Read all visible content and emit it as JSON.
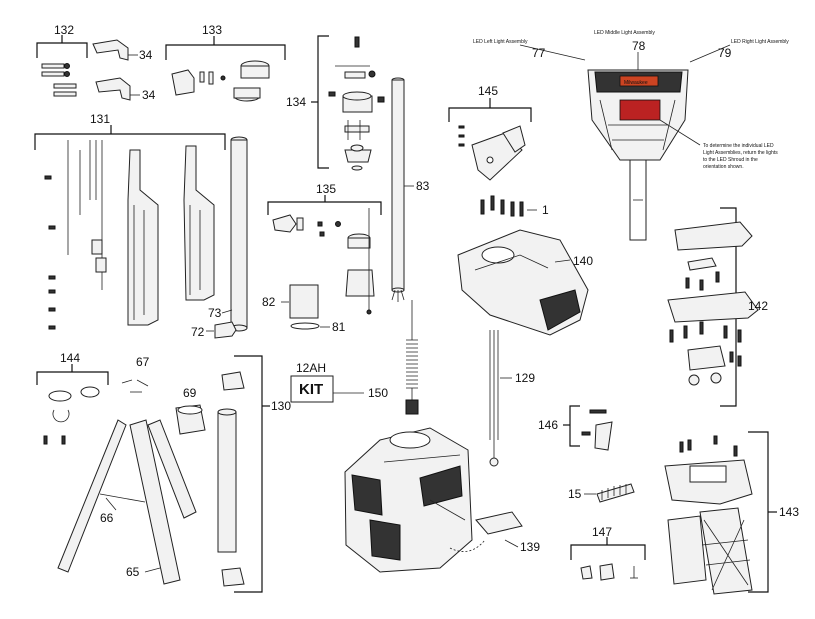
{
  "callouts": {
    "p132": "132",
    "p133": "133",
    "p34a": "34",
    "p34b": "34",
    "p131": "131",
    "p134": "134",
    "p83": "83",
    "p135": "135",
    "p82": "82",
    "p81": "81",
    "p73": "73",
    "p72": "72",
    "p145": "145",
    "p1": "1",
    "p140": "140",
    "p142": "142",
    "p77": "77",
    "p78": "78",
    "p79": "79",
    "p144": "144",
    "p67": "67",
    "p69": "69",
    "p66": "66",
    "p65": "65",
    "p130": "130",
    "p150": "150",
    "p129": "129",
    "p146": "146",
    "p15": "15",
    "p139": "139",
    "p147": "147",
    "p143": "143"
  },
  "labels": {
    "left_led": "LED Left Light Assembly",
    "middle_led": "LED Middle Light Assembly",
    "right_led": "LED Right Light Assembly",
    "note_line1": "To determine the individual LED",
    "note_line2": "Light Assemblies, return the lights",
    "note_line3": "to the LED Shroud in the",
    "note_line4": "orientation shown.",
    "brand": "Milwaukee",
    "battery_capacity": "12AH",
    "kit": "KIT"
  }
}
